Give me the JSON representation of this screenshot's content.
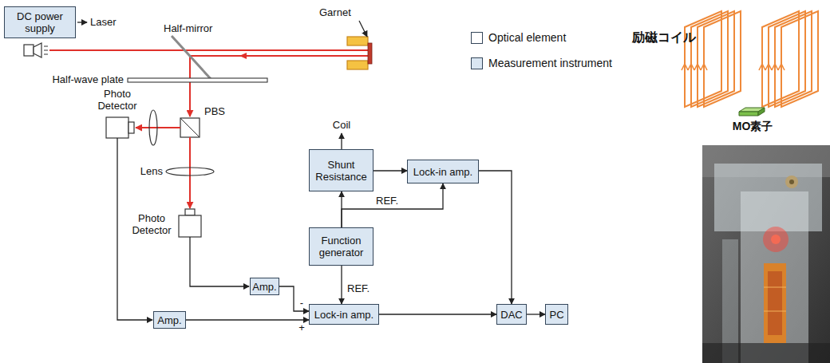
{
  "diagram": {
    "nodes": [
      {
        "text": [
          "DC power supply"
        ]
      },
      {
        "text": [
          "Shunt Resistance"
        ]
      },
      {
        "text": [
          "Lock-in amp."
        ]
      },
      {
        "text": [
          "Function generator"
        ]
      },
      {
        "text": [
          "Amp."
        ]
      },
      {
        "text": [
          "Amp."
        ]
      },
      {
        "text": [
          "Lock-in amp."
        ]
      },
      {
        "text": [
          "DAC"
        ]
      },
      {
        "text": [
          "PC"
        ]
      }
    ],
    "edges": [
      {
        "from": 1,
        "to": 2,
        "arrow": "to"
      },
      {
        "from": 3,
        "to": 1,
        "arrow": "to"
      },
      {
        "from": 3,
        "to": 2,
        "label": "REF.",
        "arrow": "to"
      },
      {
        "from": 3,
        "to": 6,
        "label": "REF.",
        "arrow": "to"
      },
      {
        "from": 4,
        "to": 6,
        "arrow": "to"
      },
      {
        "from": 5,
        "to": 6,
        "arrow": "to"
      },
      {
        "from": 2,
        "to": 7,
        "arrow": "to"
      },
      {
        "from": 6,
        "to": 7,
        "arrow": "to"
      },
      {
        "from": 7,
        "to": 8,
        "arrow": "to"
      }
    ],
    "labels": [
      "Laser",
      "Half-mirror",
      "Garnet",
      "Half-wave plate",
      "PBS",
      "Coil",
      "Photo Detector",
      "Lens",
      "Photo Detector",
      "-",
      "+",
      "励磁コイル",
      "MO素子"
    ],
    "legend": [
      {
        "text": "Optical element",
        "color": "#ffffff"
      },
      {
        "text": "Measurement instrument",
        "color": "#dae6f2"
      }
    ]
  }
}
